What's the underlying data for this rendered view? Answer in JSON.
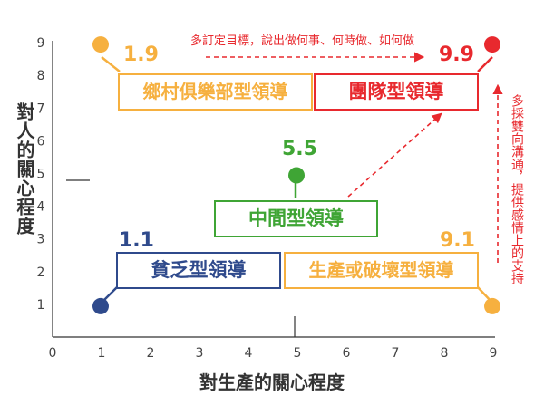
{
  "axes": {
    "x_label": "對生產的關心程度",
    "y_label": "對人的關心程度",
    "x_ticks": [
      "0",
      "1",
      "2",
      "3",
      "4",
      "5",
      "6",
      "7",
      "8",
      "9"
    ],
    "y_ticks": [
      "1",
      "2",
      "3",
      "4",
      "5",
      "6",
      "7",
      "8",
      "9"
    ]
  },
  "annotations": {
    "top_arrow": "多訂定目標，說出做何事、何時做、如何做",
    "side_arrow": "多採雙向溝通，提供感情上的支持"
  },
  "styles": [
    {
      "key": "country_club",
      "label": "鄉村俱樂部型領導",
      "score": "1.9",
      "x": 1,
      "y": 9,
      "color": "#f6b03f"
    },
    {
      "key": "team",
      "label": "團隊型領導",
      "score": "9.9",
      "x": 9,
      "y": 9,
      "color": "#e8292e"
    },
    {
      "key": "middle",
      "label": "中間型領導",
      "score": "5.5",
      "x": 5,
      "y": 5,
      "color": "#3fa535"
    },
    {
      "key": "impoverished",
      "label": "貧乏型領導",
      "score": "1.1",
      "x": 1,
      "y": 1,
      "color": "#2f4a8c"
    },
    {
      "key": "authority",
      "label": "生產或破壞型領導",
      "score": "9.1",
      "x": 9,
      "y": 1,
      "color": "#f6b03f"
    }
  ]
}
